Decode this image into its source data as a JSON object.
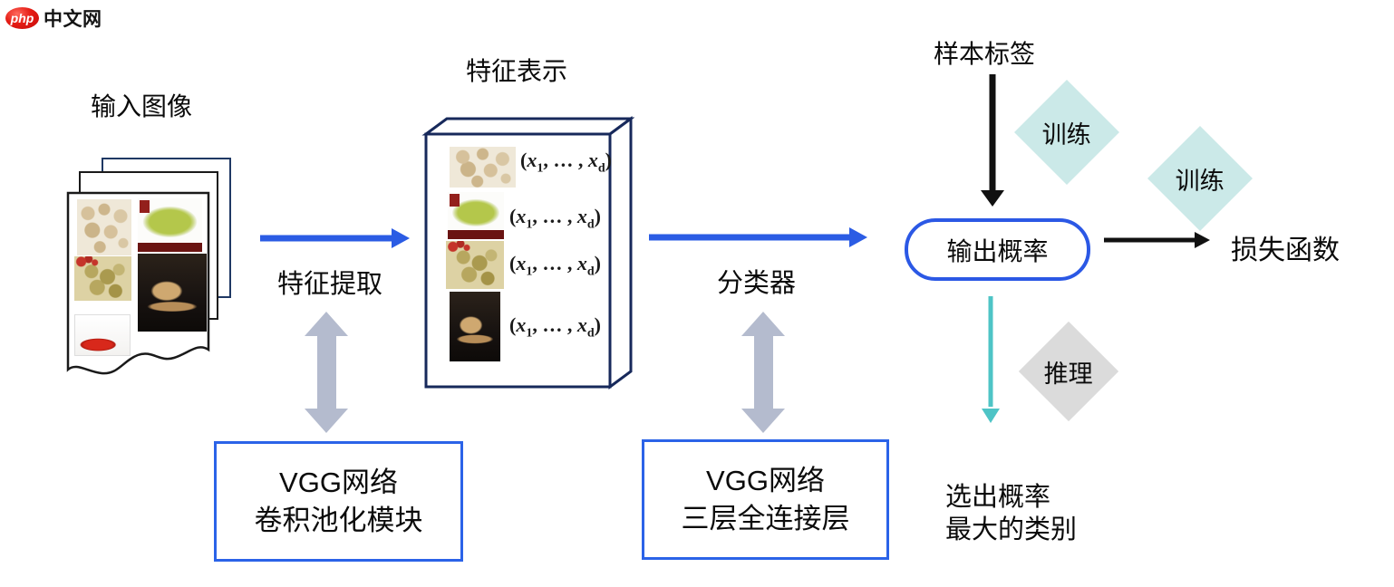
{
  "logo": {
    "brand": "php",
    "site": "中文网"
  },
  "labels": {
    "input_images": "输入图像",
    "feature_representation": "特征表示",
    "feature_extraction": "特征提取",
    "classifier": "分类器",
    "sample_label": "样本标签",
    "training": "训练",
    "training2": "训练",
    "output_probability": "输出概率",
    "loss_function": "损失函数",
    "inference": "推理",
    "select_max_line1": "选出概率",
    "select_max_line2": "最大的类别"
  },
  "boxes": {
    "vgg_conv": {
      "line1": "VGG网络",
      "line2": "卷积池化模块"
    },
    "vgg_fc": {
      "line1": "VGG网络",
      "line2": "三层全连接层"
    }
  },
  "formula": {
    "open": "(",
    "var": "x",
    "sub1": "1",
    "dots": ", … , ",
    "var2": "x",
    "subd": "d",
    "close": ")"
  },
  "colors": {
    "accent_blue": "#2B5CE4",
    "box_border_navy": "#17295B",
    "back_page_navy": "#1F3864",
    "teal_arrow": "#4EC4C6",
    "train_diamond": "#CBE9E8",
    "inference_diamond": "#DBDBDB",
    "gray_double_arrow": "#B4BBCE",
    "logo_red": "#E51C14"
  }
}
